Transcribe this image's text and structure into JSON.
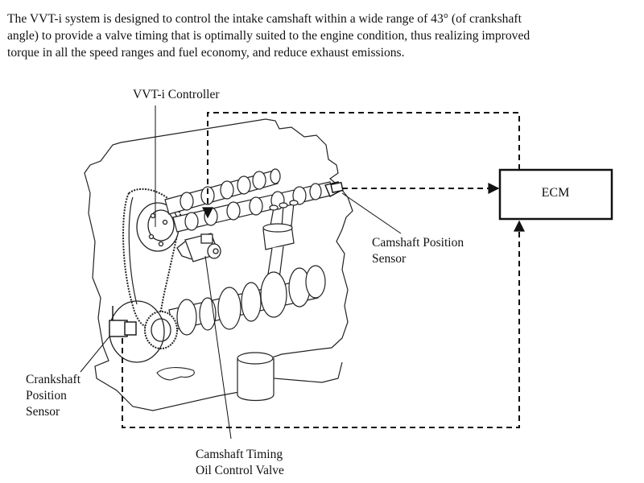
{
  "description_paragraph": {
    "lines": [
      "The VVT-i system is designed to control the intake camshaft within a wide range of 43° (of crankshaft",
      "angle) to provide a valve timing that is optimally suited to the engine condition, thus realizing improved",
      "torque in all the speed ranges and fuel economy, and reduce exhaust emissions."
    ]
  },
  "diagram": {
    "ecm_label": "ECM",
    "labels": {
      "vvti_controller": "VVT-i Controller",
      "camshaft_position_sensor": [
        "Camshaft Position",
        "Sensor"
      ],
      "crankshaft_position_sensor": [
        "Crankshaft",
        "Position",
        "Sensor"
      ],
      "ocv": [
        "Camshaft Timing",
        "Oil Control Valve"
      ]
    },
    "line_color": "#111111",
    "signal_line_style": "dashed"
  }
}
